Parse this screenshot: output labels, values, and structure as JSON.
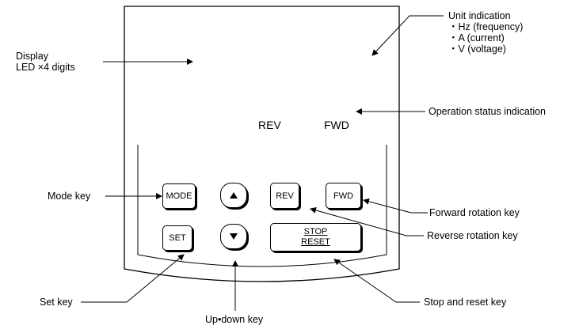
{
  "labels": {
    "display_line1": "Display",
    "display_line2": "LED ×4 digits",
    "unit_title": "Unit indication",
    "unit_items": [
      "・Hz (frequency)",
      "・A (current)",
      "・V (voltage)"
    ],
    "operation_status": "Operation status indication",
    "mode_key": "Mode key",
    "forward_rotation_key": "Forward rotation key",
    "reverse_rotation_key": "Reverse rotation key",
    "set_key": "Set key",
    "up_down_key": "Up•down key",
    "stop_reset_key": "Stop and reset key"
  },
  "panel": {
    "status_rev": "REV",
    "status_fwd": "FWD"
  },
  "keys": {
    "mode": "MODE",
    "set": "SET",
    "rev": "REV",
    "fwd": "FWD",
    "stop": "STOP",
    "reset": "RESET",
    "up_icon": "up-triangle",
    "down_icon": "down-triangle"
  }
}
